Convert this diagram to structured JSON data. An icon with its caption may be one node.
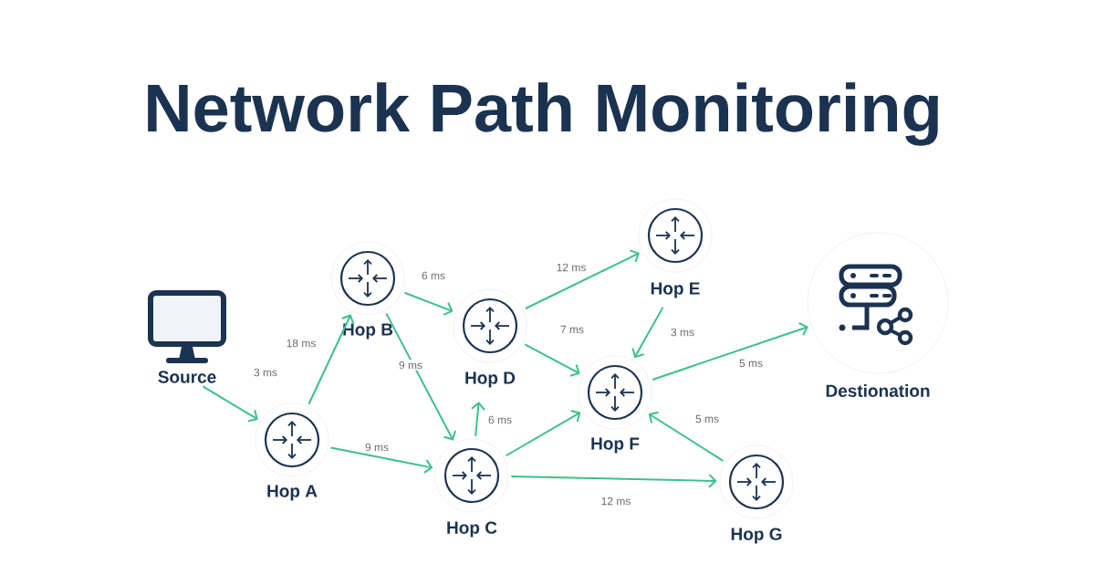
{
  "diagram": {
    "title": "Network Path Monitoring",
    "nodes": [
      {
        "text": [
          "Source"
        ]
      },
      {
        "text": [
          "Hop A"
        ]
      },
      {
        "text": [
          "Hop B"
        ]
      },
      {
        "text": [
          "Hop C"
        ]
      },
      {
        "text": [
          "Hop D"
        ]
      },
      {
        "text": [
          "Hop E"
        ]
      },
      {
        "text": [
          "Hop F"
        ]
      },
      {
        "text": [
          "Hop G"
        ]
      },
      {
        "text": [
          "Destionation"
        ]
      }
    ],
    "edges": [
      {
        "from": 0,
        "to": 1,
        "arrow": "to",
        "label": "3 ms"
      },
      {
        "from": 1,
        "to": 2,
        "arrow": "to",
        "label": "18 ms"
      },
      {
        "from": 1,
        "to": 3,
        "arrow": "to",
        "label": "9 ms"
      },
      {
        "from": 2,
        "to": 4,
        "arrow": "to",
        "label": "6 ms"
      },
      {
        "from": 2,
        "to": 3,
        "arrow": "to",
        "label": "9 ms"
      },
      {
        "from": 3,
        "to": 4,
        "arrow": "to",
        "label": "6 ms"
      },
      {
        "from": 4,
        "to": 5,
        "arrow": "to",
        "label": "12 ms"
      },
      {
        "from": 4,
        "to": 6,
        "arrow": "to",
        "label": "7 ms"
      },
      {
        "from": 5,
        "to": 6,
        "arrow": "to",
        "label": "3 ms"
      },
      {
        "from": 3,
        "to": 6,
        "arrow": "to"
      },
      {
        "from": 3,
        "to": 7,
        "arrow": "to",
        "label": "12 ms"
      },
      {
        "from": 7,
        "to": 6,
        "arrow": "to",
        "label": "5 ms"
      },
      {
        "from": 6,
        "to": 8,
        "arrow": "to",
        "label": "5 ms"
      }
    ]
  }
}
